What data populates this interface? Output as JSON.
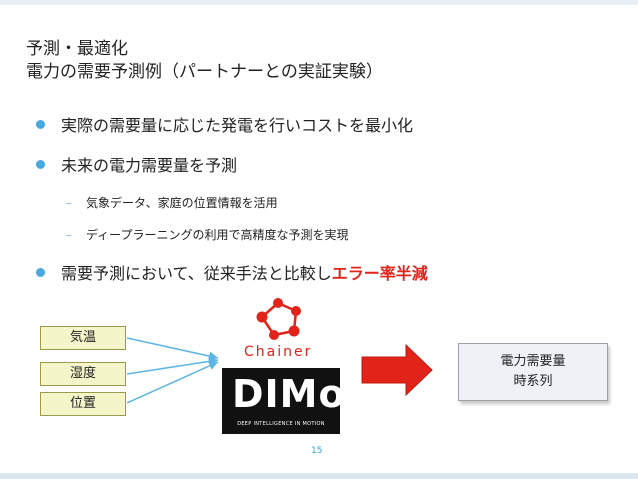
{
  "title": {
    "line1": "予測・最適化",
    "line2": "電力の需要予測例（パートナーとの実証実験）"
  },
  "bullets": {
    "item1": "実際の需要量に応じた発電を行いコストを最小化",
    "item2": "未来の電力需要量を予測",
    "sub1": "気象データ、家庭の位置情報を活用",
    "sub2": "ディープラーニングの利用で高精度な予測を実現",
    "item3_prefix": "需要予測において、従来手法と比較し",
    "item3_highlight": "エラー率半減"
  },
  "diagram": {
    "inputs": [
      "気温",
      "湿度",
      "位置"
    ],
    "chainer_label": "Chainer",
    "dimo_label": "DIMo",
    "dimo_tagline": "DEEP INTELLIGENCE IN MOTION",
    "output_line1": "電力需要量",
    "output_line2": "時系列"
  },
  "page_number": "15",
  "colors": {
    "bullet": "#4aa8e0",
    "highlight": "#e2231a",
    "input_box": "#f4f5c8",
    "arrow": "#e2231a",
    "connector": "#5ab4e6"
  }
}
